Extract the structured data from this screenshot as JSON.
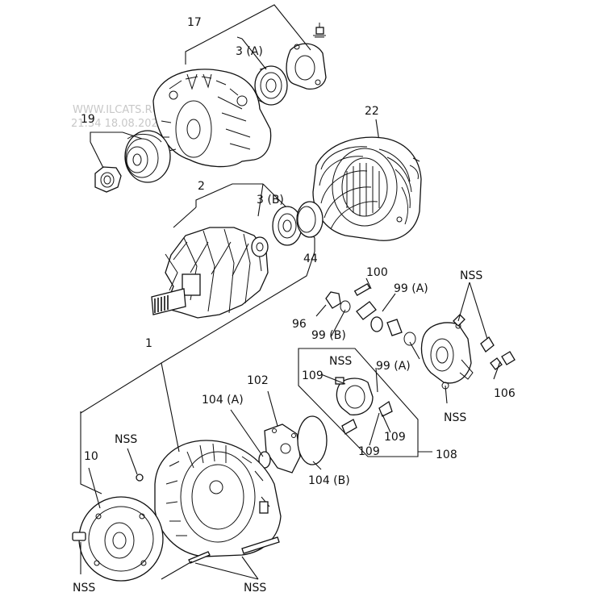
{
  "watermark": {
    "site": "WWW.ILCATS.RU",
    "stamp": "21:34 18.08.2022"
  },
  "labels": {
    "p17": "17",
    "p3a": "3 (A)",
    "p19": "19",
    "p22": "22",
    "p2": "2",
    "p3b": "3 (B)",
    "p44": "44",
    "p100": "100",
    "p99a_top": "99 (A)",
    "p96": "96",
    "p99b": "99 (B)",
    "p99a_low": "99 (A)",
    "nss_right": "NSS",
    "p106": "106",
    "nss_bracket": "NSS",
    "p1": "1",
    "p102": "102",
    "p104a": "104 (A)",
    "p109_a": "109",
    "nss_box": "NSS",
    "p109_b": "109",
    "p109_c": "109",
    "p108": "108",
    "p104b": "104 (B)",
    "p10": "10",
    "nss_left": "NSS",
    "nss_bottom_left": "NSS",
    "nss_bottom_mid": "NSS"
  }
}
